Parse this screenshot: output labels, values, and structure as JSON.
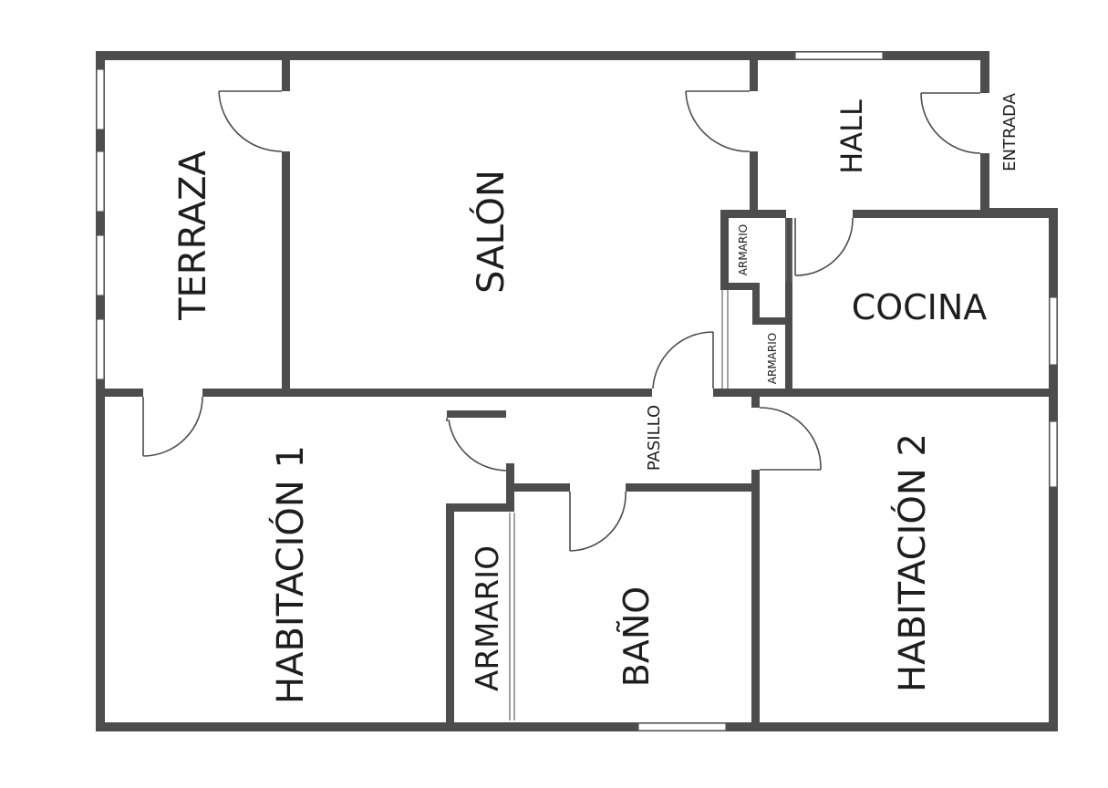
{
  "rooms": {
    "terraza": "TERRAZA",
    "salon": "SALÓN",
    "hall": "HALL",
    "entrada": "ENTRADA",
    "armario_top": "ARMARIO",
    "armario_mid": "ARMARIO",
    "cocina": "COCINA",
    "pasillo": "PASILLO",
    "habitacion1": "HABITACIÓN 1",
    "armario_big": "ARMARIO",
    "bano": "BAÑO",
    "habitacion2": "HABITACIÓN 2"
  },
  "colors": {
    "wall": "#4d4d4d",
    "background": "#ffffff",
    "text": "#1e1e1e"
  }
}
